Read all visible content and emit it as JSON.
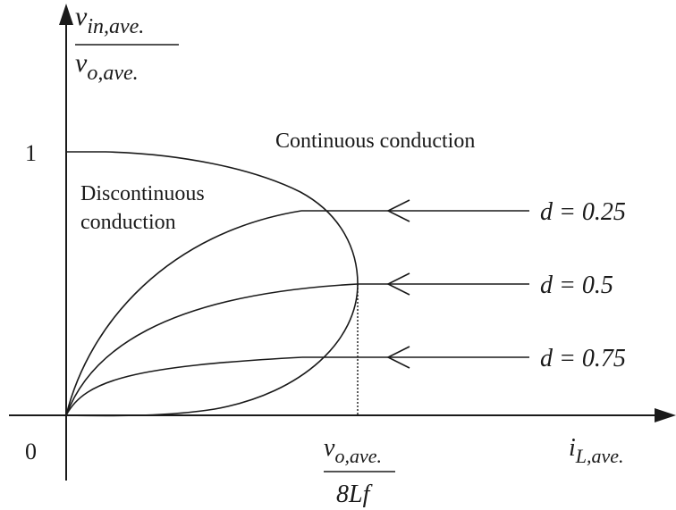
{
  "axes": {
    "y_label": {
      "num_main": "v",
      "num_sub": "in,ave.",
      "den_main": "v",
      "den_sub": "o,ave."
    },
    "x_label": {
      "main": "i",
      "sub": "L,ave."
    },
    "origin_label": "0",
    "y_tick_label": "1",
    "x_tick_label": {
      "num_main": "v",
      "num_sub": "o,ave.",
      "den": "8Lf"
    }
  },
  "regions": {
    "continuous": "Continuous conduction",
    "discontinuous_line1": "Discontinuous",
    "discontinuous_line2": "conduction"
  },
  "curves": [
    {
      "label": "d = 0.25",
      "d": 0.25
    },
    {
      "label": "d = 0.5",
      "d": 0.5
    },
    {
      "label": "d = 0.75",
      "d": 0.75
    }
  ],
  "colors": {
    "ink": "#1a1a1a",
    "background": "#ffffff"
  }
}
